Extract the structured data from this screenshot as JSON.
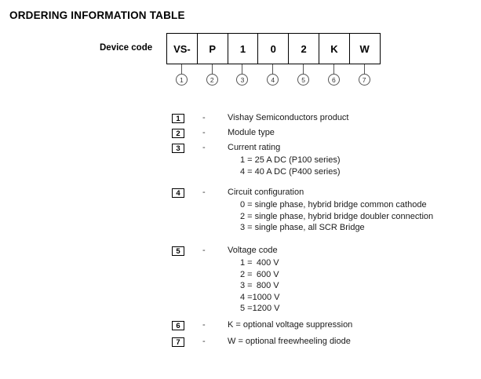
{
  "heading": "ORDERING INFORMATION TABLE",
  "device_code": {
    "label": "Device code",
    "cells": [
      "VS-",
      "P",
      "1",
      "0",
      "2",
      "K",
      "W"
    ],
    "callouts": [
      "1",
      "2",
      "3",
      "4",
      "5",
      "6",
      "7"
    ]
  },
  "legend": [
    {
      "number": "1",
      "dash": "-",
      "title": "Vishay Semiconductors product",
      "subs": []
    },
    {
      "number": "2",
      "dash": "-",
      "title": "Module type",
      "subs": []
    },
    {
      "number": "3",
      "dash": "-",
      "title": "Current rating",
      "subs": [
        "1 = 25 A DC (P100 series)",
        "4 = 40 A DC (P400 series)"
      ]
    },
    {
      "number": "4",
      "dash": "-",
      "title": "Circuit configuration",
      "subs": [
        "0 = single phase, hybrid bridge common cathode",
        "2 = single phase, hybrid bridge doubler connection",
        "3 = single phase, all SCR Bridge"
      ]
    },
    {
      "number": "5",
      "dash": "-",
      "title": "Voltage code",
      "subs": [],
      "voltage_rows": [
        {
          "key": "1 =",
          "value": "400 V"
        },
        {
          "key": "2 =",
          "value": "600 V"
        },
        {
          "key": "3 =",
          "value": "800 V"
        },
        {
          "key": "4 =",
          "value": "1000 V"
        },
        {
          "key": "5 =",
          "value": "1200 V"
        }
      ]
    },
    {
      "number": "6",
      "dash": "-",
      "title": "K = optional voltage suppression",
      "subs": []
    },
    {
      "number": "7",
      "dash": "-",
      "title": "W = optional freewheeling diode",
      "subs": []
    }
  ]
}
